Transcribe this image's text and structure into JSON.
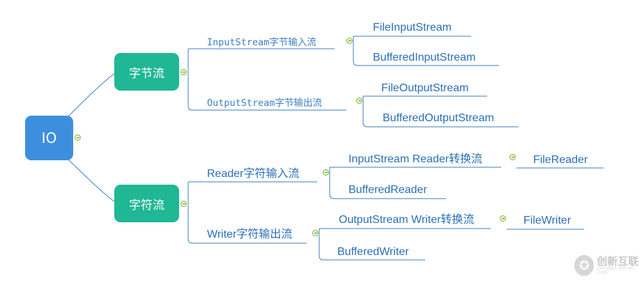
{
  "diagram": {
    "root": {
      "label": "IO"
    },
    "byte_stream": {
      "label": "字节流",
      "input": {
        "label": "InputStream字节输入流",
        "children": [
          "FileInputStream",
          "BufferedInputStream"
        ]
      },
      "output": {
        "label": "OutputStream字节输出流",
        "children": [
          "FileOutputStream",
          "BufferedOutputStream"
        ]
      }
    },
    "char_stream": {
      "label": "字符流",
      "reader": {
        "label": "Reader字符输入流",
        "converter": {
          "label": "InputStream Reader转换流",
          "child": "FileReader"
        },
        "buffered": "BufferedReader"
      },
      "writer": {
        "label": "Writer字符输出流",
        "converter": {
          "label": "OutputStream Writer转换流",
          "child": "FileWriter"
        },
        "buffered": "BufferedWriter"
      }
    }
  },
  "watermark": {
    "icon": "chuangxin-logo-icon",
    "text": "创新互联",
    "subtext": "CHUANG XIN HU LIAN"
  },
  "colors": {
    "root_node": "#3d8fdd",
    "main_node": "#20b795",
    "line": "#3b7fc2",
    "text": "#2a6fb7",
    "toggle": "#83b73a"
  }
}
